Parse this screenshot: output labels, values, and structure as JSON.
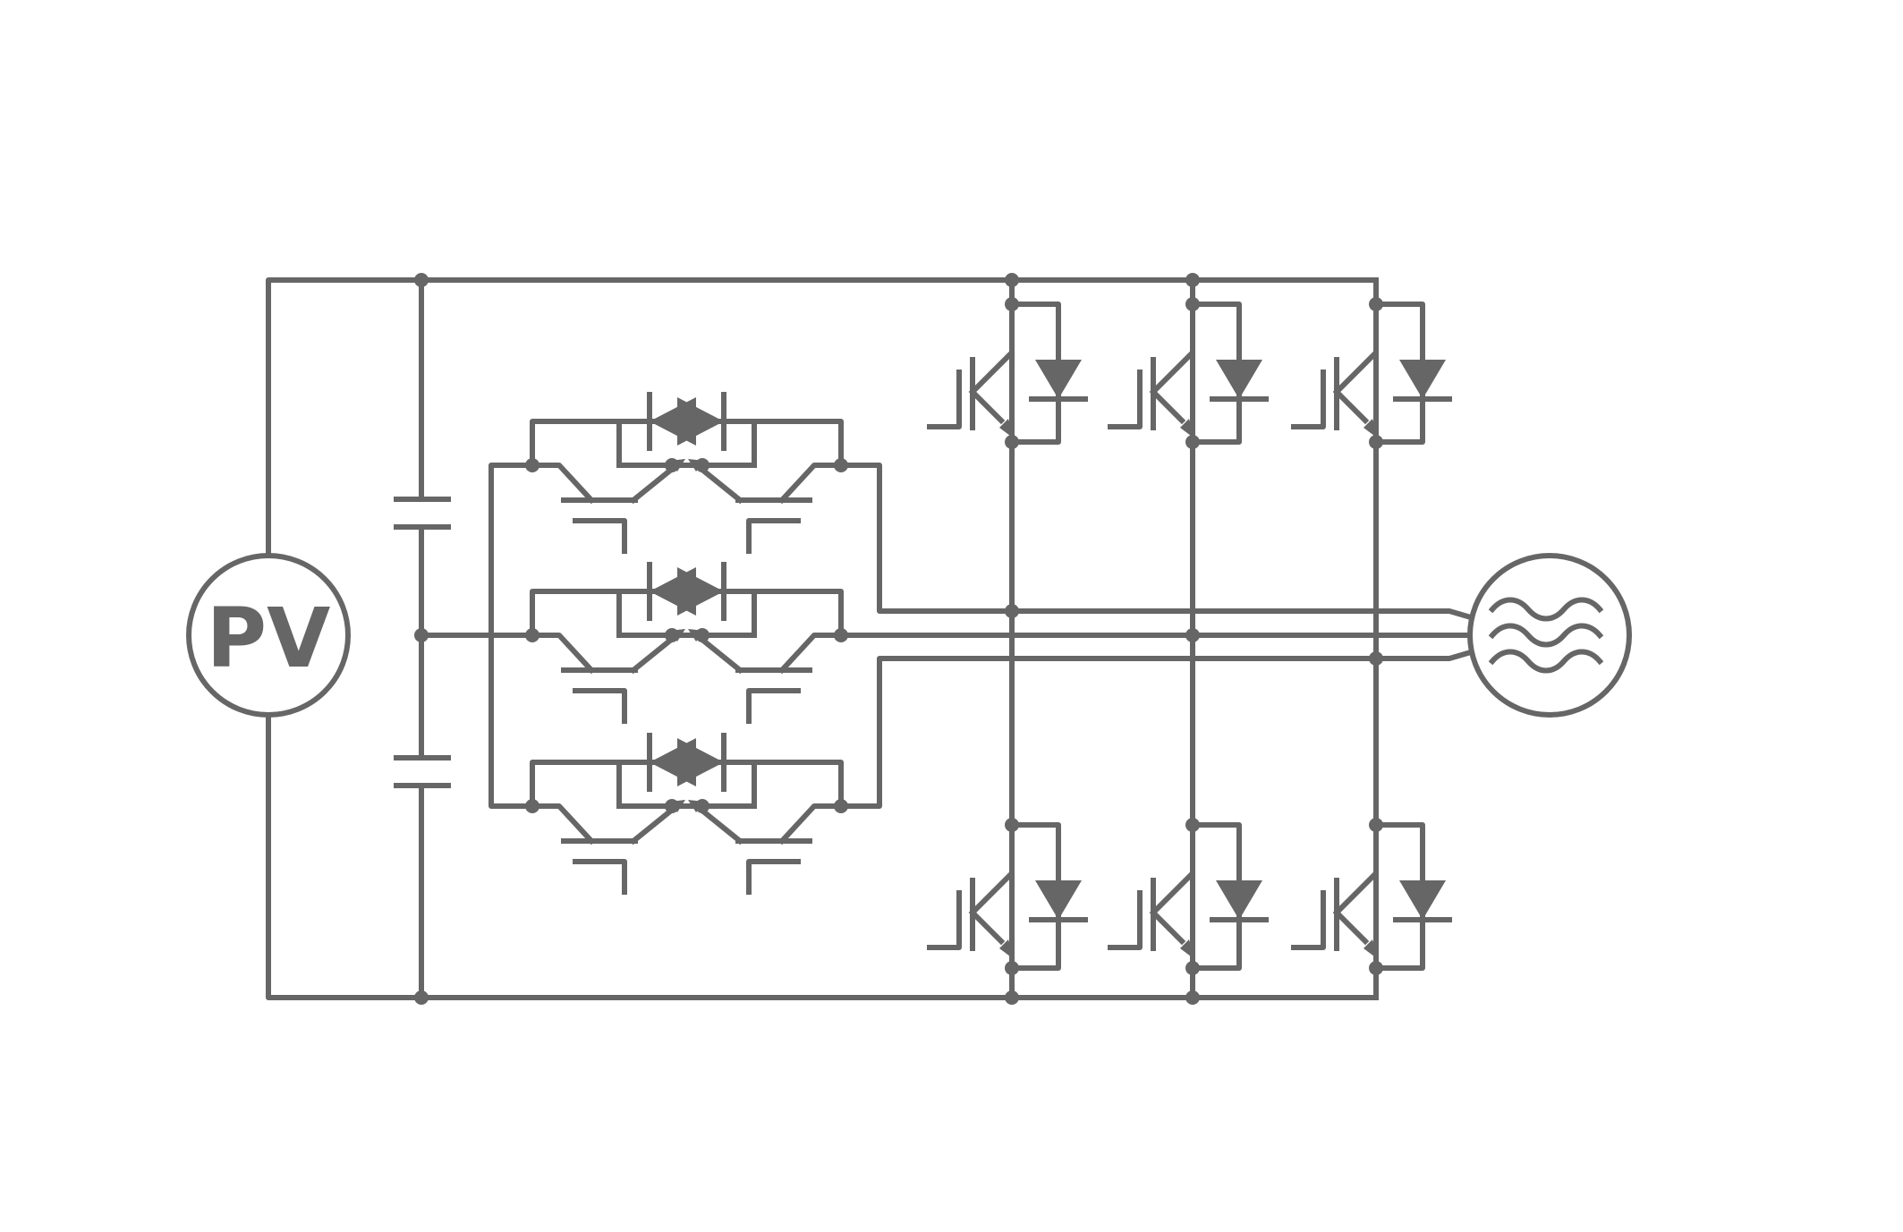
{
  "diagram": {
    "source_label": "PV",
    "colors": {
      "wire": "#666666",
      "background": "#ffffff"
    },
    "icons": [
      "pv-source",
      "capacitor",
      "diode",
      "igbt",
      "ac-grid-icon"
    ]
  }
}
